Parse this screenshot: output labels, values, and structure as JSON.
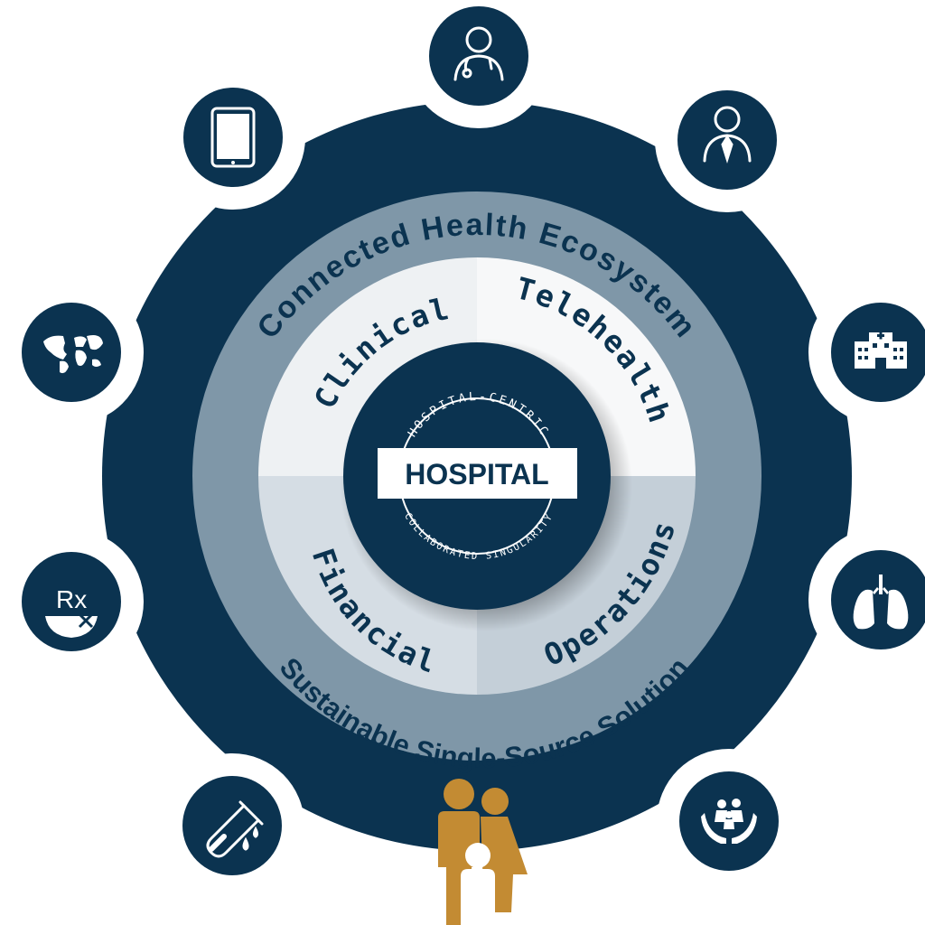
{
  "outer_ring": {
    "top_text": "Connected Health Ecosystem",
    "bottom_text": "Sustainable Single-Source Solution"
  },
  "quadrants": {
    "top_left": "Clinical",
    "top_right": "Telehealth",
    "bottom_left": "Financial",
    "bottom_right": "Operations"
  },
  "center": {
    "label": "HOSPITAL",
    "top_arc": "HOSPITAL-CENTRIC",
    "bottom_arc": "COLLABORATED SINGULARITY"
  },
  "prescription_symbol": "Rx",
  "colors": {
    "navy": "#0b3350",
    "band": "#7f97a8",
    "quad_top_left": "#eef1f3",
    "quad_top_right": "#f7f8f9",
    "quad_bottom": "#c9d3dc",
    "gold": "#c38b33"
  },
  "satellites": [
    {
      "icon": "doctor-icon"
    },
    {
      "icon": "businessman-icon"
    },
    {
      "icon": "hospital-building-icon"
    },
    {
      "icon": "lungs-icon"
    },
    {
      "icon": "family-care-hands-icon"
    },
    {
      "icon": "family-icon"
    },
    {
      "icon": "test-tube-icon"
    },
    {
      "icon": "prescription-icon"
    },
    {
      "icon": "world-map-icon"
    },
    {
      "icon": "tablet-icon"
    }
  ]
}
